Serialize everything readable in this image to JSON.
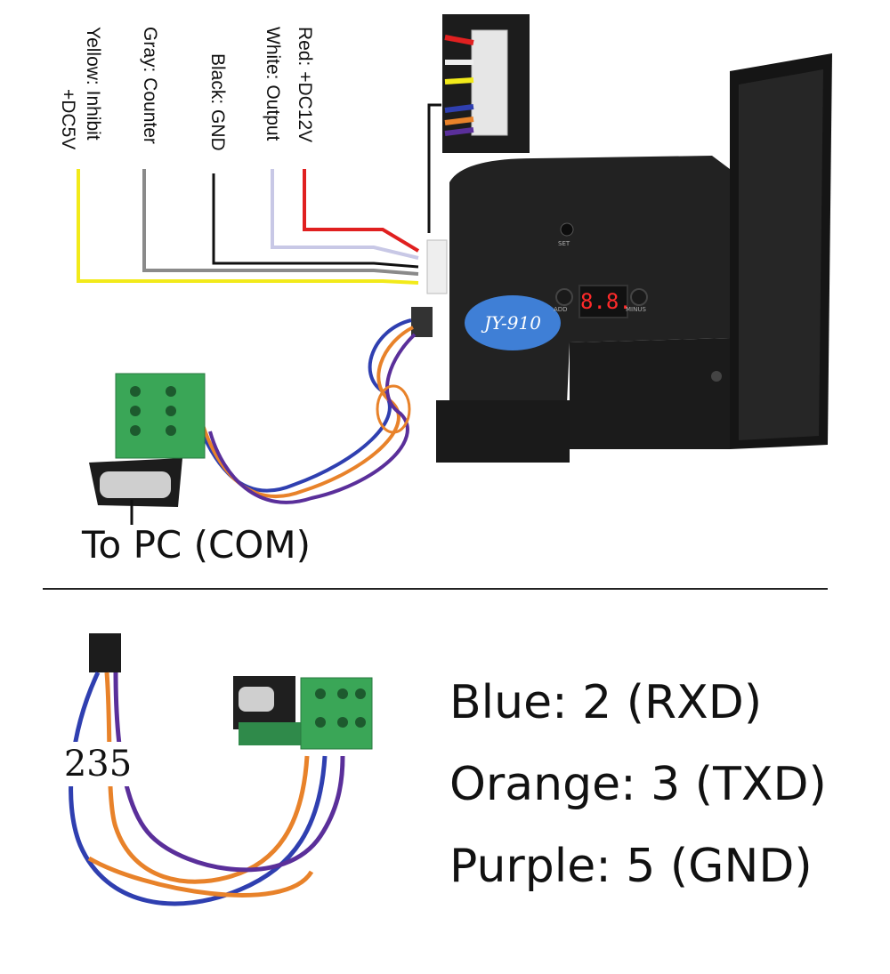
{
  "wire_labels": {
    "red": "Red: +DC12V",
    "white": "White: Output",
    "black": "Black: GND",
    "gray": "Gray: Counter",
    "yellow_1": "Yellow: Inhibit",
    "yellow_2": "+DC5V"
  },
  "device": {
    "logo": "JY-910",
    "display": "8.8.",
    "button_add": "ADD",
    "button_minus": "MINUS",
    "button_set": "SET"
  },
  "connector_label": "To PC (COM)",
  "cable_pins": "235",
  "pin_legend": [
    "Blue: 2 (RXD)",
    "Orange: 3 (TXD)",
    "Purple: 5 (GND)"
  ],
  "colors": {
    "red": "#e02020",
    "white": "#c8c8e6",
    "black": "#111111",
    "gray": "#8a8a8a",
    "yellow": "#f2ea1a",
    "blue": "#2f3fb0",
    "orange": "#e8822a",
    "purple": "#5a2f9a",
    "terminal_green": "#3aa657"
  }
}
